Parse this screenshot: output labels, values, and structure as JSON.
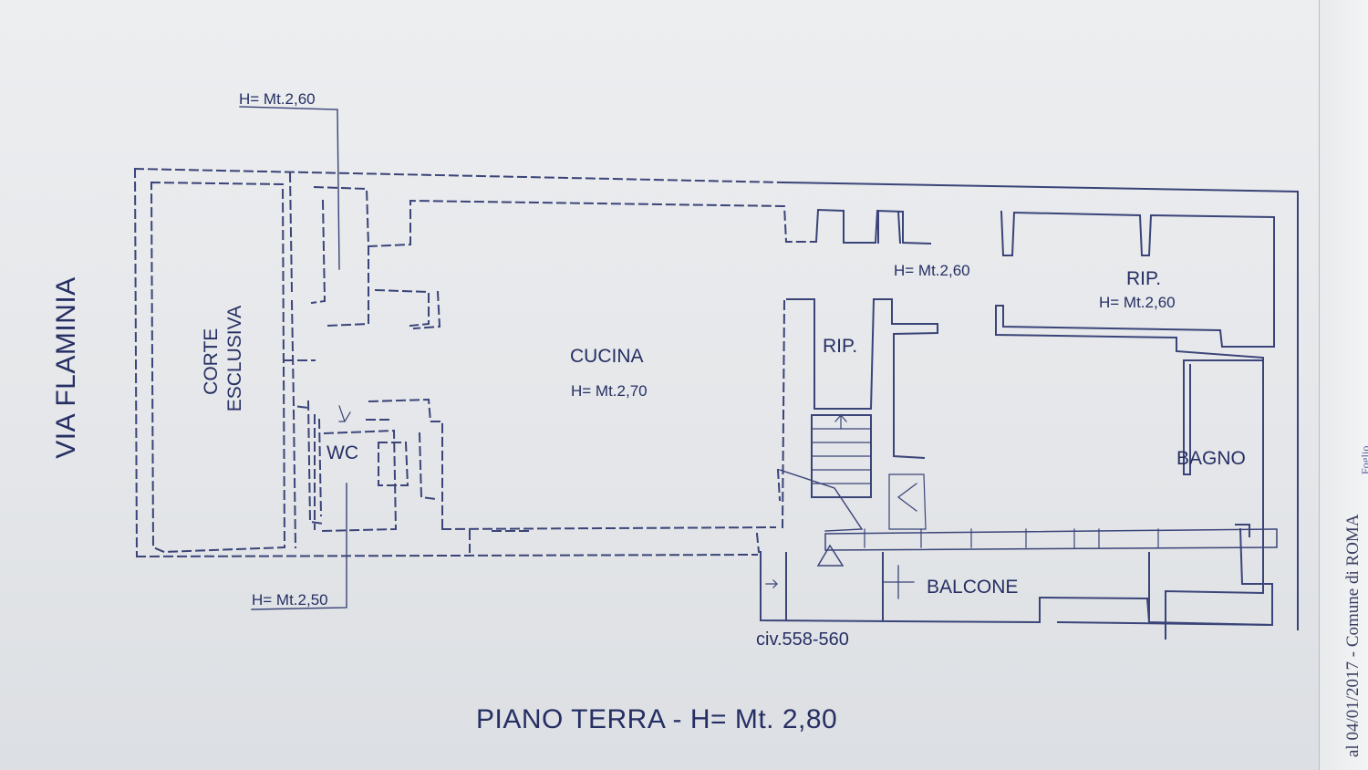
{
  "plan": {
    "street_label": "VIA FLAMINIA",
    "rooms": {
      "courtyard": "CORTE\nESCLUSIVA",
      "kitchen": "CUCINA",
      "kitchen_height": "H= Mt.2,70",
      "wc": "WC",
      "storage_center": "RIP.",
      "storage_right": "RIP.",
      "storage_right_height": "H= Mt.2,60",
      "corridor_height": "H= Mt.2,60",
      "bathroom": "BAGNO",
      "balcony": "BALCONE"
    },
    "heights": {
      "top_left": "H= Mt.2,60",
      "bottom_left": "H= Mt.2,50"
    },
    "civic_number": "civ.558-560",
    "title": "PIANO TERRA - H= Mt. 2,80"
  },
  "margin": {
    "stamp_text": "al 04/01/2017 - Comune di ROMA",
    "tag_text": "Foglio"
  },
  "colors": {
    "ink": "#2c3568",
    "paper": "#e6e8ea"
  }
}
